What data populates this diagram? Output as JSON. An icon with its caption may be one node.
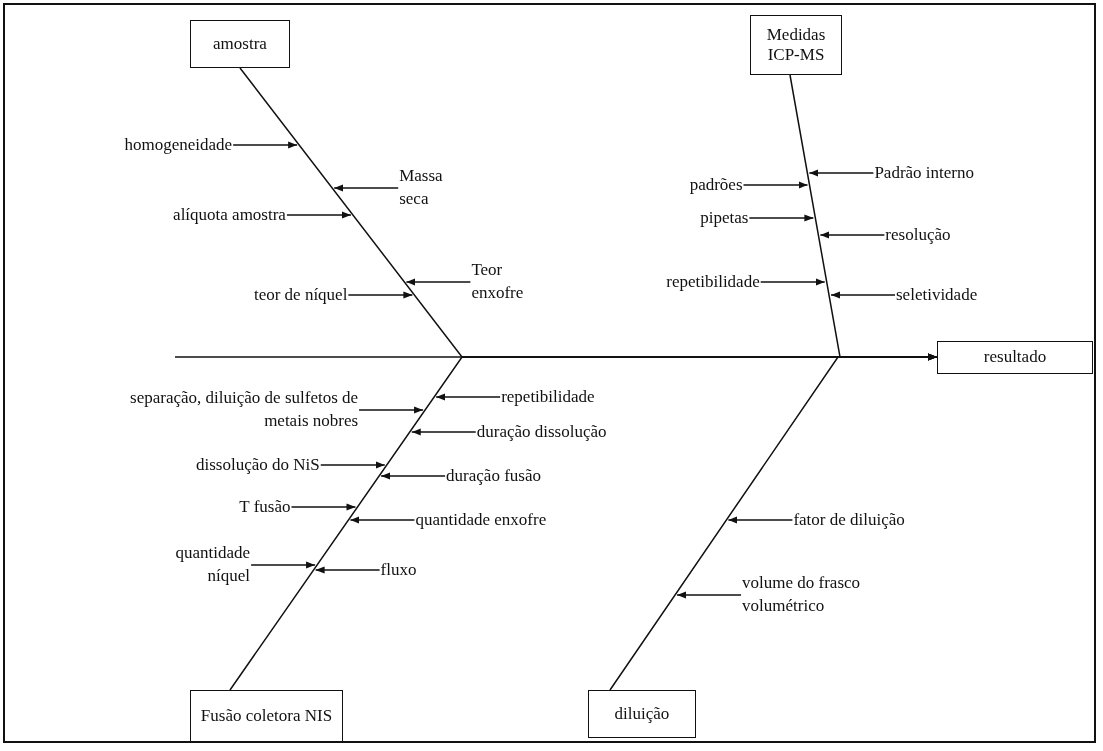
{
  "diagram": {
    "nodes": [
      {
        "text": [
          "amostra"
        ]
      },
      {
        "text": [
          "Medidas ICP-MS"
        ]
      },
      {
        "text": [
          "resultado"
        ]
      },
      {
        "text": [
          "Fusão coletora NIS"
        ]
      },
      {
        "text": [
          "diluição"
        ]
      },
      {
        "text": [
          "homogeneidade"
        ]
      },
      {
        "text": [
          "Massa seca"
        ]
      },
      {
        "text": [
          "alíquota amostra"
        ]
      },
      {
        "text": [
          "Teor enxofre"
        ]
      },
      {
        "text": [
          "teor de níquel"
        ]
      },
      {
        "text": [
          "padrões"
        ]
      },
      {
        "text": [
          "Padrão interno"
        ]
      },
      {
        "text": [
          "pipetas"
        ]
      },
      {
        "text": [
          "resolução"
        ]
      },
      {
        "text": [
          "repetibilidade"
        ]
      },
      {
        "text": [
          "seletividade"
        ]
      },
      {
        "text": [
          "separação, diluição de sulfetos de metais nobres"
        ]
      },
      {
        "text": [
          "repetibilidade"
        ]
      },
      {
        "text": [
          "duração dissolução"
        ]
      },
      {
        "text": [
          "dissolução do NiS"
        ]
      },
      {
        "text": [
          "duração fusão"
        ]
      },
      {
        "text": [
          "T fusão"
        ]
      },
      {
        "text": [
          "quantidade enxofre"
        ]
      },
      {
        "text": [
          "quantidade níquel"
        ]
      },
      {
        "text": [
          "fluxo"
        ]
      },
      {
        "text": [
          "fator de diluição"
        ]
      },
      {
        "text": [
          "volume do frasco volumétrico"
        ]
      }
    ],
    "edges": [
      {
        "from": null,
        "to": 2,
        "arrow": "to"
      },
      {
        "from": 0,
        "to": 2,
        "arrow": "to"
      },
      {
        "from": 1,
        "to": 2,
        "arrow": "to"
      },
      {
        "from": 3,
        "to": 2,
        "arrow": "to"
      },
      {
        "from": 4,
        "to": 2,
        "arrow": "to"
      },
      {
        "from": 5,
        "to": null,
        "arrow": "to"
      },
      {
        "from": 6,
        "to": null,
        "arrow": "to"
      },
      {
        "from": 7,
        "to": null,
        "arrow": "to"
      },
      {
        "from": 8,
        "to": null,
        "arrow": "to"
      },
      {
        "from": 9,
        "to": null,
        "arrow": "to"
      },
      {
        "from": 10,
        "to": null,
        "arrow": "to"
      },
      {
        "from": 11,
        "to": null,
        "arrow": "to"
      },
      {
        "from": 12,
        "to": null,
        "arrow": "to"
      },
      {
        "from": 13,
        "to": null,
        "arrow": "to"
      },
      {
        "from": 14,
        "to": null,
        "arrow": "to"
      },
      {
        "from": 15,
        "to": null,
        "arrow": "to"
      },
      {
        "from": 16,
        "to": null,
        "arrow": "to"
      },
      {
        "from": 17,
        "to": null,
        "arrow": "to"
      },
      {
        "from": 18,
        "to": null,
        "arrow": "to"
      },
      {
        "from": 19,
        "to": null,
        "arrow": "to"
      },
      {
        "from": 20,
        "to": null,
        "arrow": "to"
      },
      {
        "from": 21,
        "to": null,
        "arrow": "to"
      },
      {
        "from": 22,
        "to": null,
        "arrow": "to"
      },
      {
        "from": 23,
        "to": null,
        "arrow": "to"
      },
      {
        "from": 24,
        "to": null,
        "arrow": "to"
      },
      {
        "from": 25,
        "to": null,
        "arrow": "to"
      },
      {
        "from": 26,
        "to": null,
        "arrow": "to"
      }
    ]
  }
}
